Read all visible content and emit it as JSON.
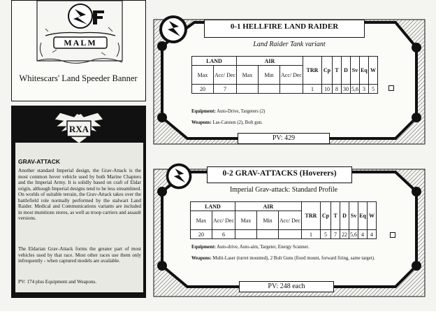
{
  "banner": {
    "flag_text": "MALM",
    "caption": "Whitescars' Land Speeder Banner"
  },
  "info": {
    "emblem_text": "RXA",
    "title": "GRAV-ATTACK",
    "para1": "Another standard Imperial design, the Grav-Attack is the most common hover vehicle used by both Marine Chapters and the Imperial Army. It is solidly based on craft of Eldar origin, although Imperial designs tend to be less streamlined. On worlds of suitable terrain, the Grav-Attack takes over the battlefield role normally performed by the stalwart Land Raider. Medical and Communications variants are included in most munitions stores, as well as troop carriers and assault versions.",
    "para2": "The Eldarian Grav-Attack forms the greater part of most vehicles used by that race. Most other races use them only infrequently - when captured models are available.",
    "pv": "PV: 174 plus Equipment and Weapons."
  },
  "cards": [
    {
      "title": "0-1 HELLFIRE LAND RAIDER",
      "subtitle": "Land Raider Tank variant",
      "headers": {
        "land": "LAND",
        "air": "AIR",
        "max": "Max",
        "acc": "Acc/ Dec",
        "amax": "Max",
        "amin": "Min",
        "aacc": "Acc/ Dec",
        "trr": "TRR",
        "cp": "Cp",
        "t": "T",
        "d": "D",
        "sv": "Sv",
        "eq": "Eq",
        "w": "W"
      },
      "values": {
        "max": "20",
        "acc": "7",
        "amax": "",
        "amin": "",
        "aacc": "",
        "trr": "1",
        "cp": "10",
        "t": "8",
        "d": "30",
        "sv": "5,6",
        "eq": "3",
        "w": "5"
      },
      "equipment_label": "Equipment:",
      "equipment": "Auto-Drive, Targeters (2)",
      "weapons_label": "Weapons:",
      "weapons": "Las-Cannon (2), Bolt gun.",
      "pv": "PV: 429"
    },
    {
      "title": "0-2 GRAV-ATTACKS (Hoverers)",
      "subtitle": "Imperial Grav-attack: Standard Profile",
      "headers": {
        "land": "LAND",
        "air": "AIR",
        "max": "Max",
        "acc": "Acc/ Dec",
        "amax": "Max",
        "amin": "Min",
        "aacc": "Acc/ Dec",
        "trr": "TRR",
        "cp": "Cp",
        "t": "T",
        "d": "D",
        "sv": "Sv",
        "eq": "Eq",
        "w": "W"
      },
      "values": {
        "max": "20",
        "acc": "6",
        "amax": "",
        "amin": "",
        "aacc": "",
        "trr": "1",
        "cp": "5",
        "t": "7",
        "d": "22",
        "sv": "5,6",
        "eq": "4",
        "w": "4"
      },
      "equipment_label": "Equipment:",
      "equipment": "Auto-drive, Auto-aim, Targeter, Energy Scanner.",
      "weapons_label": "Weapons:",
      "weapons": "Multi-Laser (turret mounted), 2 Bolt Guns (fixed mount, forward firing, same target).",
      "pv": "PV: 248 each"
    }
  ]
}
